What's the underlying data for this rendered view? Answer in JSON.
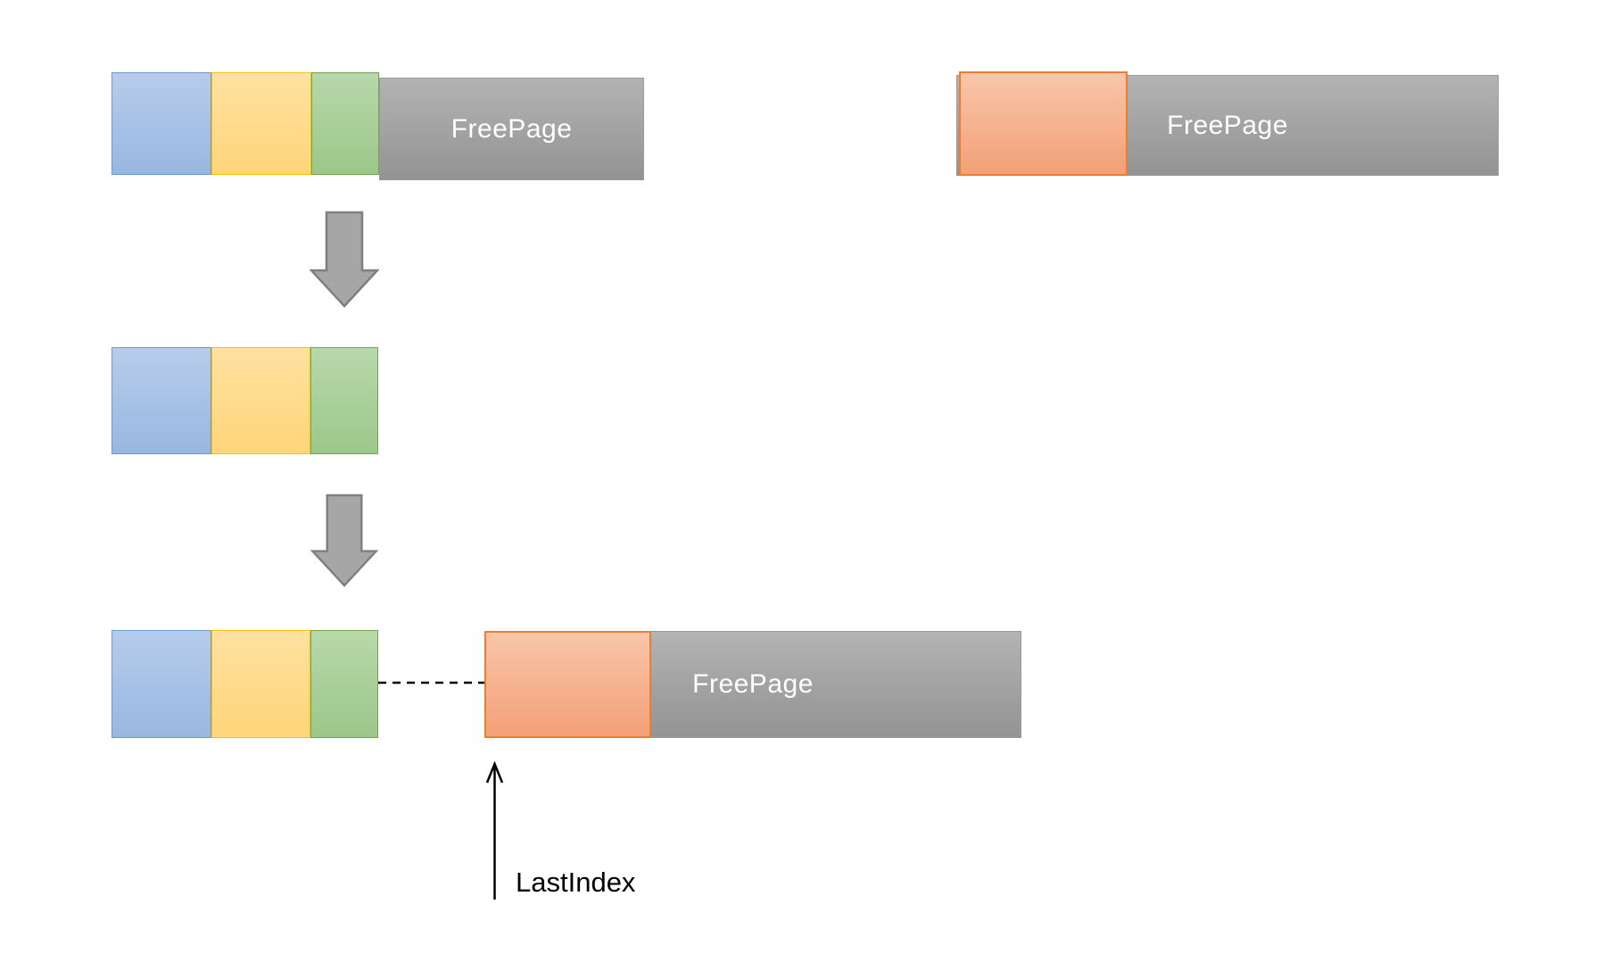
{
  "diagram": {
    "top_left_unit": {
      "free_page_label": "FreePage"
    },
    "top_right_unit": {
      "free_page_label": "FreePage"
    },
    "bottom_unit": {
      "free_page_label": "FreePage"
    },
    "last_index_label": "LastIndex"
  },
  "colors": {
    "blue_fill_top": "#b7ccec",
    "blue_fill_bottom": "#98b7e0",
    "blue_border": "#6f9ad0",
    "yellow_fill_top": "#ffe1a0",
    "yellow_fill_bottom": "#ffd579",
    "yellow_border": "#ffc000",
    "green_fill_top": "#b8d8aa",
    "green_fill_bottom": "#9cc78a",
    "green_border": "#71a84f",
    "orange_fill_top": "#f9c6a9",
    "orange_fill_bottom": "#f3a077",
    "orange_border": "#ed7d31",
    "gray_fill_top": "#b3b3b3",
    "gray_fill_bottom": "#939393",
    "gray_border": "#9a9a9a",
    "arrow_fill": "#a6a6a6",
    "arrow_border": "#7f7f7f",
    "text_white": "#ffffff",
    "text_black": "#000000"
  }
}
